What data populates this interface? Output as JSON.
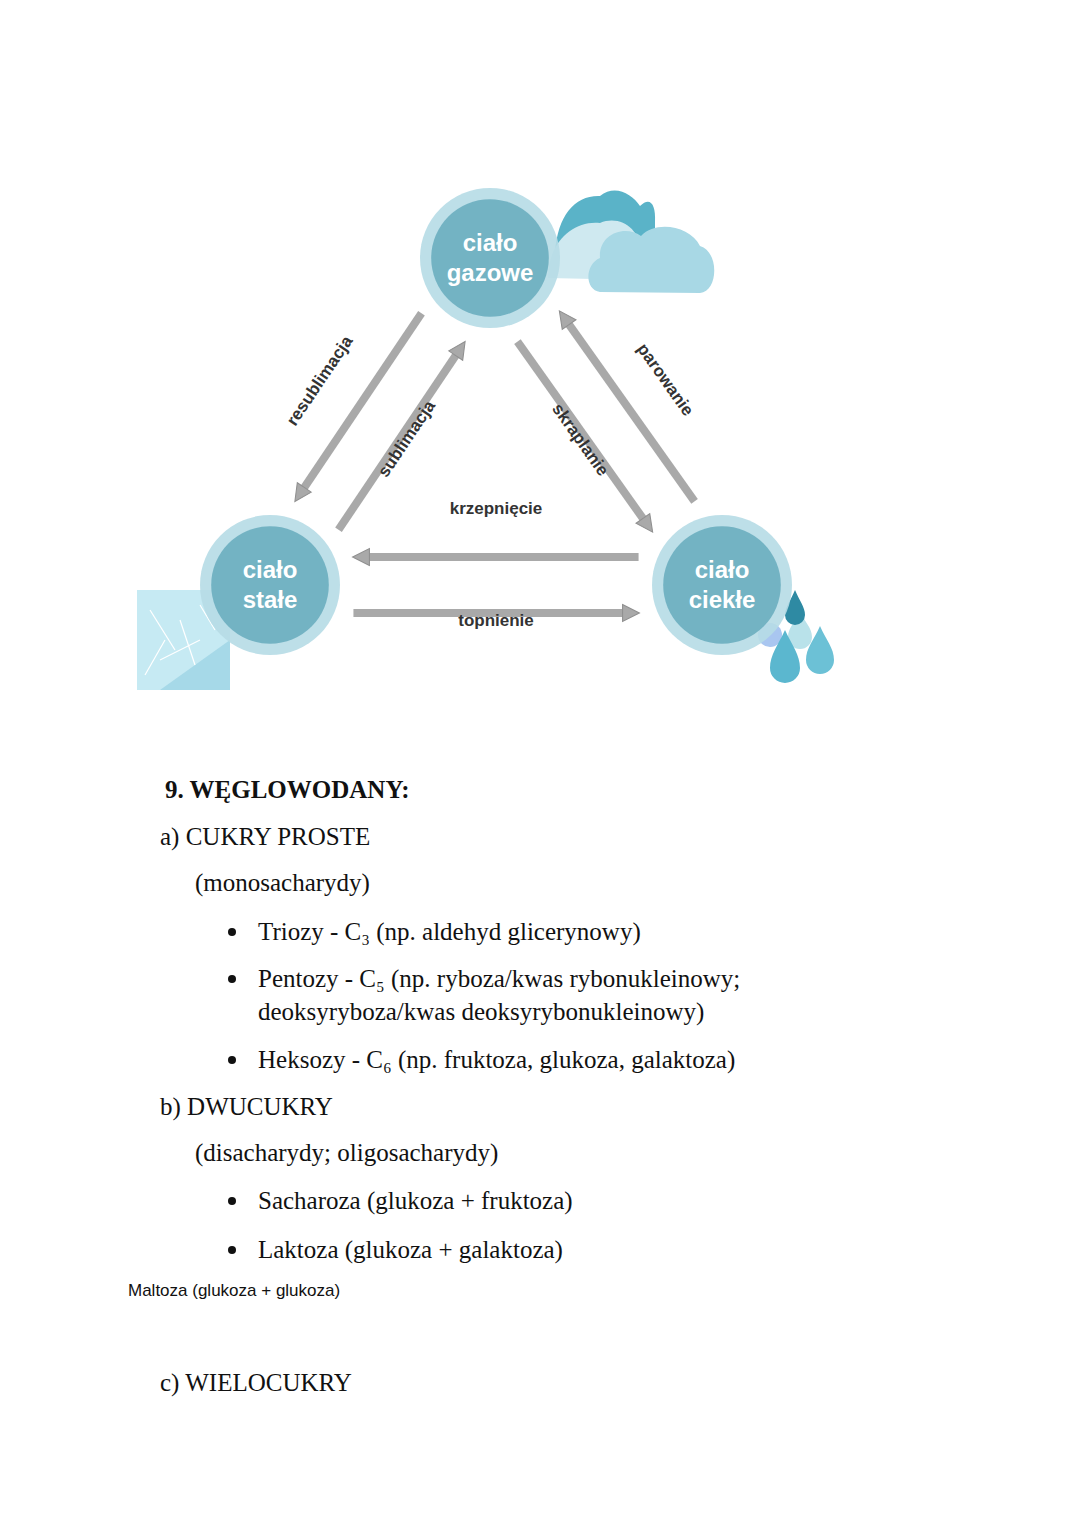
{
  "diagram": {
    "nodes": [
      {
        "text": [
          "ciało gazowe"
        ]
      },
      {
        "text": [
          "ciało stałe"
        ]
      },
      {
        "text": [
          "ciało ciekłe"
        ]
      }
    ],
    "edges": [
      {
        "from": 0,
        "to": 1,
        "label": "resublimacja",
        "arrow": "to"
      },
      {
        "from": 1,
        "to": 0,
        "label": "sublimacja",
        "arrow": "to"
      },
      {
        "from": 0,
        "to": 2,
        "label": "skraplanie",
        "arrow": "to"
      },
      {
        "from": 2,
        "to": 0,
        "label": "parowanie",
        "arrow": "to"
      },
      {
        "from": 2,
        "to": 1,
        "label": "krzepnięcie",
        "arrow": "to"
      },
      {
        "from": 1,
        "to": 2,
        "label": "topnienie",
        "arrow": "to"
      }
    ],
    "labels": [
      "9. WĘGLOWODANY:",
      "a) CUKRY PROSTE",
      "(monosacharydy)",
      "Triozy - C₃ (np. aldehyd glicerynowy)",
      "Pentozy - C₅ (np. ryboza/kwas rybonukleinowy; deoksyryboza/kwas deoksyrybonukleinowy)",
      "Heksozy - C₆ (np. fruktoza, glukoza, galaktoza)",
      "b) DWUCUKRY",
      "(disacharydy; oligosacharydy)",
      "Sacharoza (glukoza + fruktoza)",
      "Laktoza (glukoza + galaktoza)",
      "Maltoza (glukoza + glukoza)",
      "c) WIELOCUKRY"
    ]
  }
}
